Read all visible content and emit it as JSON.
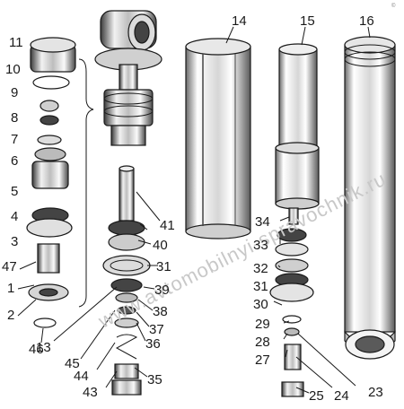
{
  "watermark": "www.avtomobilnyi-spravochnik.ru",
  "corner_mark": "©",
  "labels": {
    "l1": "1",
    "l2": "2",
    "l3": "3",
    "l4": "4",
    "l5": "5",
    "l6": "6",
    "l7": "7",
    "l8": "8",
    "l9": "9",
    "l10": "10",
    "l11": "11",
    "l13": "13",
    "l14": "14",
    "l15": "15",
    "l16": "16",
    "l23": "23",
    "l24": "24",
    "l25": "25",
    "l27": "27",
    "l28": "28",
    "l29": "29",
    "l30": "30",
    "l31a": "31",
    "l31b": "31",
    "l32": "32",
    "l33": "33",
    "l34": "34",
    "l35": "35",
    "l36": "36",
    "l37": "37",
    "l38": "38",
    "l39": "39",
    "l40": "40",
    "l41": "41",
    "l43": "43",
    "l44": "44",
    "l45": "45",
    "l46": "46",
    "l47": "47"
  }
}
